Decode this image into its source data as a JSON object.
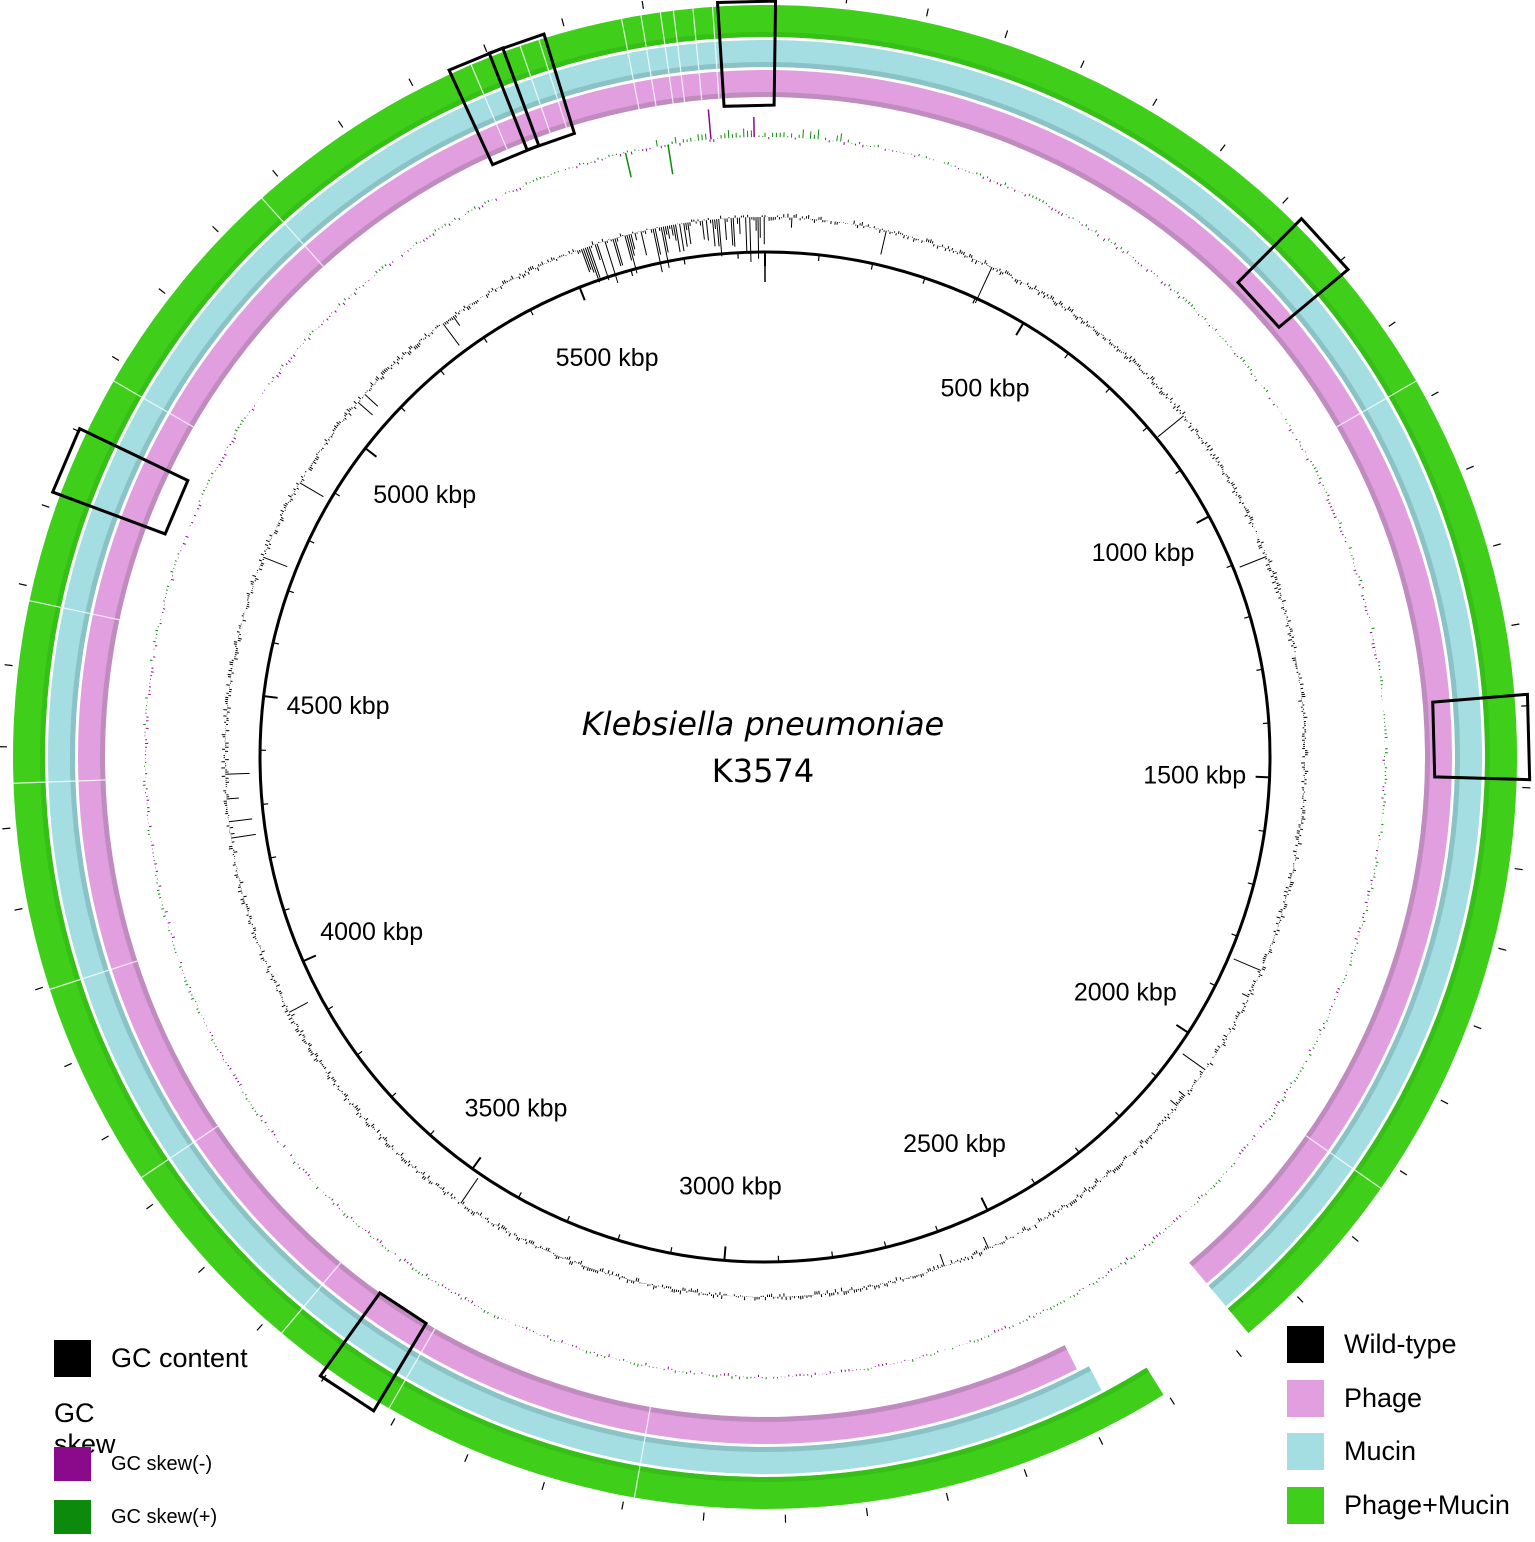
{
  "title": "Klebsiella pneumoniae",
  "subtitle": "K3574",
  "genome_labels": [
    "5500 kbp",
    "500 kbp",
    "5000 kbp",
    "1000 kbp",
    "4500 kbp",
    "1500 kbp",
    "4000 kbp",
    "2000 kbp",
    "3500 kbp",
    "2500 kbp",
    "3000 kbp"
  ],
  "genome_size_kbp": 5850,
  "left_legend": {
    "gc_content": "GC content",
    "gc_skew_heading": "GC skew",
    "gc_skew_neg": "GC skew(-)",
    "gc_skew_pos": "GC skew(+)"
  },
  "right_legend": {
    "items": [
      {
        "label": "Wild-type",
        "color": "#000000"
      },
      {
        "label": "Phage",
        "color": "#e19fe0"
      },
      {
        "label": "Mucin",
        "color": "#a4dde2"
      },
      {
        "label": "Phage+Mucin",
        "color": "#3fcf1b"
      }
    ]
  },
  "colors": {
    "gc_skew_neg": "#8b0a8b",
    "gc_skew_pos": "#0b8a0b",
    "phage": "#e19fe0",
    "mucin": "#a4dde2",
    "phage_mucin": "#3fcf1b"
  }
}
